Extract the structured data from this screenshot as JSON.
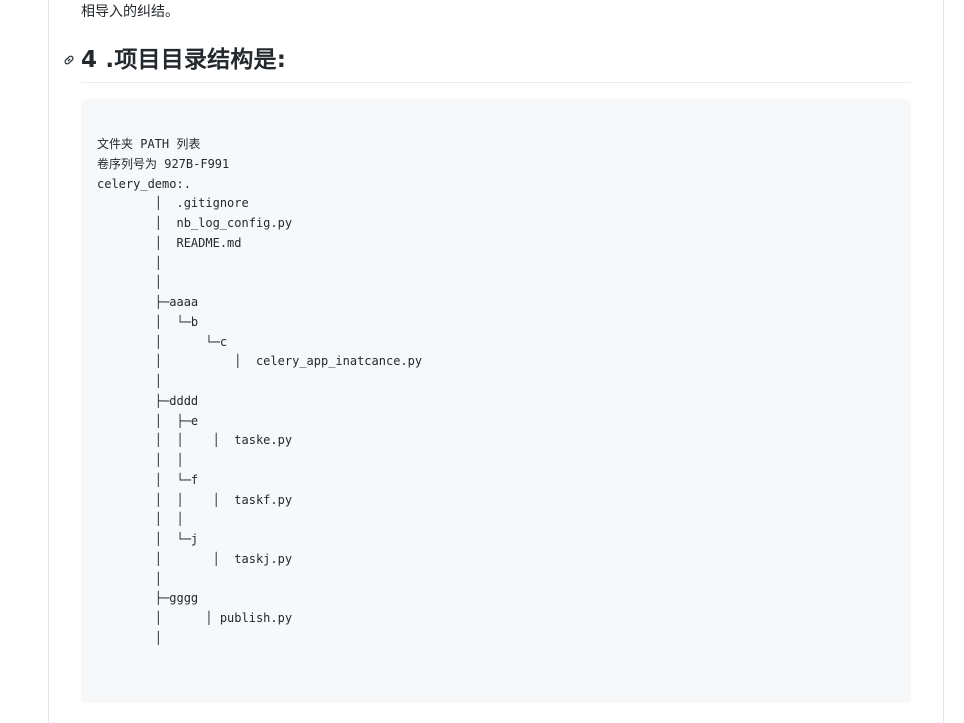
{
  "intro": {
    "text": "相导入的纠结。"
  },
  "heading": {
    "text": "4 .项目目录结构是:",
    "anchor_icon": "link-icon"
  },
  "code": {
    "lines": [
      "文件夹 PATH 列表",
      "卷序列号为 927B-F991",
      "celery_demo:.",
      "        │  .gitignore",
      "        │  nb_log_config.py",
      "        │  README.md",
      "        │",
      "        │",
      "        ├─aaaa",
      "        │  └─b",
      "        │      └─c",
      "        │          │  celery_app_inatcance.py",
      "        │",
      "        ├─dddd",
      "        │  ├─e",
      "        │  │    │  taske.py",
      "        │  │",
      "        │  └─f",
      "        │  │    │  taskf.py",
      "        │  │",
      "        │  └─j",
      "        │       │  taskj.py",
      "        │",
      "        ├─gggg",
      "        │      │ publish.py",
      "        │"
    ]
  }
}
